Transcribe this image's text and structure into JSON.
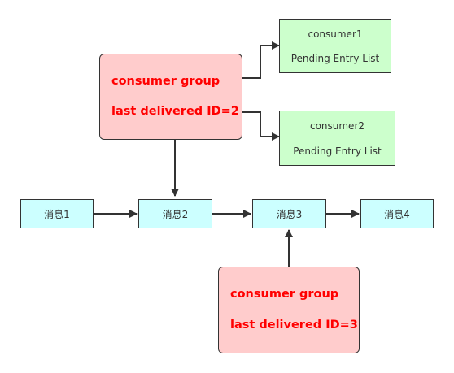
{
  "messages": [
    {
      "label": "消息1"
    },
    {
      "label": "消息2"
    },
    {
      "label": "消息3"
    },
    {
      "label": "消息4"
    }
  ],
  "groups": [
    {
      "line1": "consumer group",
      "line2": "last delivered ID=2"
    },
    {
      "line1": "consumer group",
      "line2": "last delivered ID=3"
    }
  ],
  "consumers": [
    {
      "name": "consumer1",
      "list": "Pending Entry List"
    },
    {
      "name": "consumer2",
      "list": "Pending Entry List"
    }
  ],
  "colors": {
    "message_fill": "#ccffff",
    "group_fill": "#ffcccc",
    "group_text": "#ff0000",
    "consumer_fill": "#ccffcc",
    "stroke": "#333333"
  }
}
